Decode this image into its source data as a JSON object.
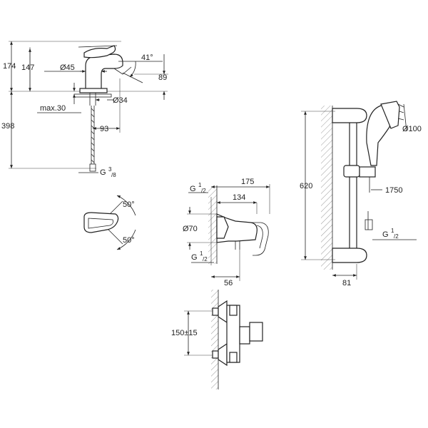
{
  "faucet": {
    "dims": {
      "d174": "174",
      "d147": "147",
      "d45": "Ø45",
      "d41": "41°",
      "d89": "89",
      "d34": "Ø34",
      "dmax30": "max.30",
      "d398": "398",
      "d93": "93",
      "thread": "G",
      "thread_sup": "3",
      "thread_sub": "/8"
    },
    "rotation": {
      "angle_top": "50°",
      "angle_bottom": "50°"
    }
  },
  "shower_mixer": {
    "dims": {
      "g_top": "G",
      "g_top_sup": "1",
      "g_top_sub": "/2",
      "d175": "175",
      "d134": "134",
      "d70": "Ø70",
      "g_bot": "G",
      "g_bot_sup": "1",
      "g_bot_sub": "/2",
      "d56": "56"
    }
  },
  "mixer_wall": {
    "dims": {
      "d150": "150±15"
    }
  },
  "shower_rail": {
    "dims": {
      "d620": "620",
      "d100": "Ø100",
      "d1750": "1750",
      "g": "G",
      "g_sup": "1",
      "g_sub": "/2",
      "d81": "81"
    }
  }
}
